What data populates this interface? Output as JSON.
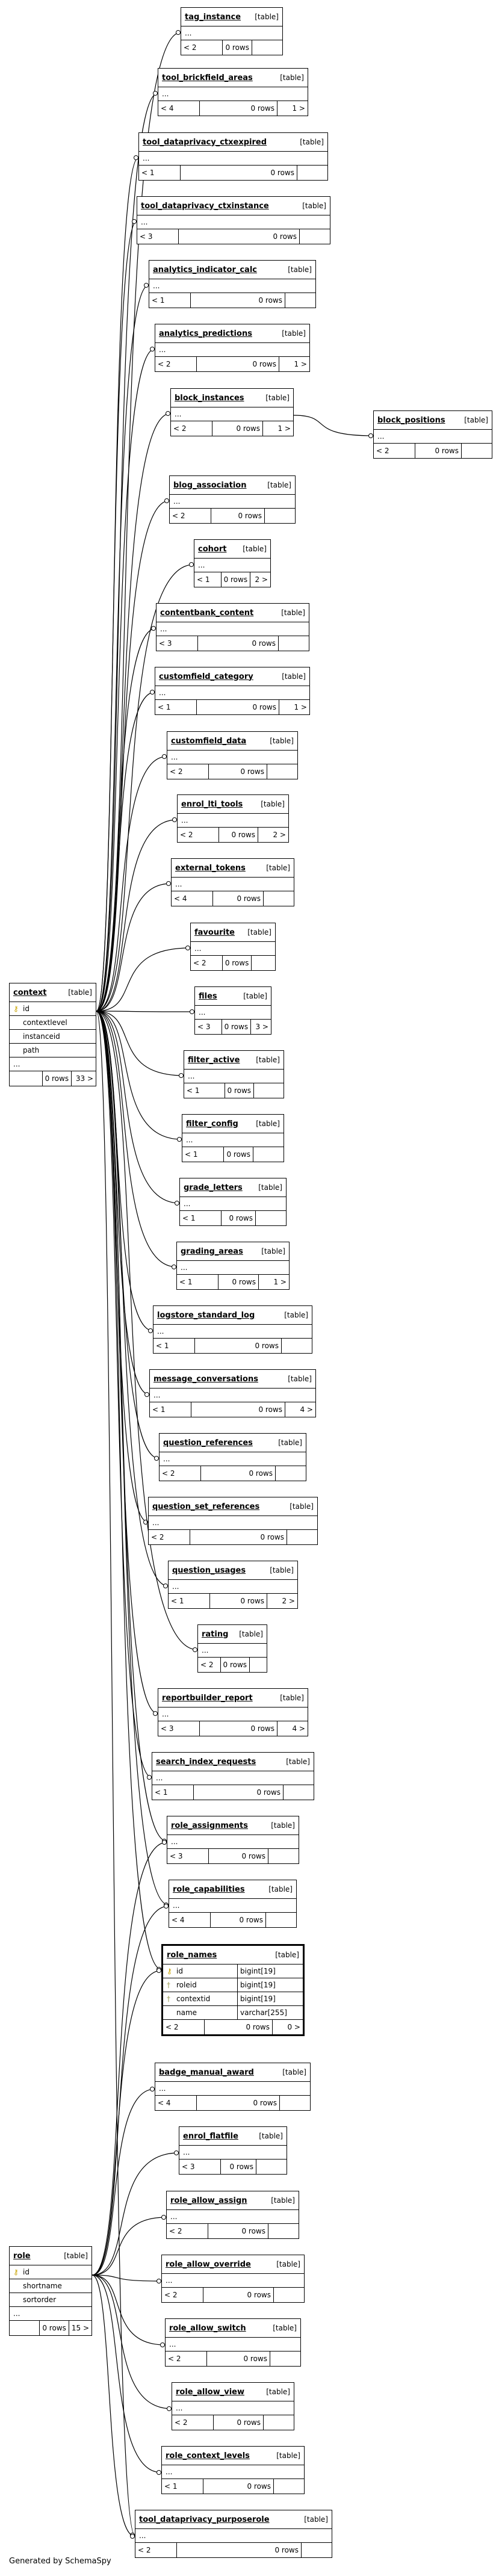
{
  "kind_label": "[table]",
  "ellipsis": "...",
  "tables": {
    "tag_instance": {
      "name": "tag_instance",
      "parents": "< 2",
      "rows": "0 rows",
      "children": ""
    },
    "tool_brickfield_areas": {
      "name": "tool_brickfield_areas",
      "parents": "< 4",
      "rows": "0 rows",
      "children": "1 >"
    },
    "tool_dataprivacy_ctxexpired": {
      "name": "tool_dataprivacy_ctxexpired",
      "parents": "< 1",
      "rows": "0 rows",
      "children": ""
    },
    "tool_dataprivacy_ctxinstance": {
      "name": "tool_dataprivacy_ctxinstance",
      "parents": "< 3",
      "rows": "0 rows",
      "children": ""
    },
    "analytics_indicator_calc": {
      "name": "analytics_indicator_calc",
      "parents": "< 1",
      "rows": "0 rows",
      "children": ""
    },
    "analytics_predictions": {
      "name": "analytics_predictions",
      "parents": "< 2",
      "rows": "0 rows",
      "children": "1 >"
    },
    "block_instances": {
      "name": "block_instances",
      "parents": "< 2",
      "rows": "0 rows",
      "children": "1 >"
    },
    "block_positions": {
      "name": "block_positions",
      "parents": "< 2",
      "rows": "0 rows",
      "children": ""
    },
    "blog_association": {
      "name": "blog_association",
      "parents": "< 2",
      "rows": "0 rows",
      "children": ""
    },
    "cohort": {
      "name": "cohort",
      "parents": "< 1",
      "rows": "0 rows",
      "children": "2 >"
    },
    "contentbank_content": {
      "name": "contentbank_content",
      "parents": "< 3",
      "rows": "0 rows",
      "children": ""
    },
    "customfield_category": {
      "name": "customfield_category",
      "parents": "< 1",
      "rows": "0 rows",
      "children": "1 >"
    },
    "customfield_data": {
      "name": "customfield_data",
      "parents": "< 2",
      "rows": "0 rows",
      "children": ""
    },
    "enrol_lti_tools": {
      "name": "enrol_lti_tools",
      "parents": "< 2",
      "rows": "0 rows",
      "children": "2 >"
    },
    "external_tokens": {
      "name": "external_tokens",
      "parents": "< 4",
      "rows": "0 rows",
      "children": ""
    },
    "favourite": {
      "name": "favourite",
      "parents": "< 2",
      "rows": "0 rows",
      "children": ""
    },
    "files": {
      "name": "files",
      "parents": "< 3",
      "rows": "0 rows",
      "children": "3 >"
    },
    "filter_active": {
      "name": "filter_active",
      "parents": "< 1",
      "rows": "0 rows",
      "children": ""
    },
    "filter_config": {
      "name": "filter_config",
      "parents": "< 1",
      "rows": "0 rows",
      "children": ""
    },
    "grade_letters": {
      "name": "grade_letters",
      "parents": "< 1",
      "rows": "0 rows",
      "children": ""
    },
    "grading_areas": {
      "name": "grading_areas",
      "parents": "< 1",
      "rows": "0 rows",
      "children": "1 >"
    },
    "logstore_standard_log": {
      "name": "logstore_standard_log",
      "parents": "< 1",
      "rows": "0 rows",
      "children": ""
    },
    "message_conversations": {
      "name": "message_conversations",
      "parents": "< 1",
      "rows": "0 rows",
      "children": "4 >"
    },
    "question_references": {
      "name": "question_references",
      "parents": "< 2",
      "rows": "0 rows",
      "children": ""
    },
    "question_set_references": {
      "name": "question_set_references",
      "parents": "< 2",
      "rows": "0 rows",
      "children": ""
    },
    "question_usages": {
      "name": "question_usages",
      "parents": "< 1",
      "rows": "0 rows",
      "children": "2 >"
    },
    "rating": {
      "name": "rating",
      "parents": "< 2",
      "rows": "0 rows",
      "children": ""
    },
    "reportbuilder_report": {
      "name": "reportbuilder_report",
      "parents": "< 3",
      "rows": "0 rows",
      "children": "4 >"
    },
    "search_index_requests": {
      "name": "search_index_requests",
      "parents": "< 1",
      "rows": "0 rows",
      "children": ""
    },
    "role_assignments": {
      "name": "role_assignments",
      "parents": "< 3",
      "rows": "0 rows",
      "children": ""
    },
    "role_capabilities": {
      "name": "role_capabilities",
      "parents": "< 4",
      "rows": "0 rows",
      "children": ""
    },
    "role_names": {
      "name": "role_names",
      "parents": "< 2",
      "rows": "0 rows",
      "children": "0 >",
      "columns": [
        {
          "name": "id",
          "type": "bigint[19]",
          "key": "pk"
        },
        {
          "name": "roleid",
          "type": "bigint[19]",
          "key": "fk"
        },
        {
          "name": "contextid",
          "type": "bigint[19]",
          "key": "fk"
        },
        {
          "name": "name",
          "type": "varchar[255]",
          "key": ""
        }
      ]
    },
    "badge_manual_award": {
      "name": "badge_manual_award",
      "parents": "< 4",
      "rows": "0 rows",
      "children": ""
    },
    "enrol_flatfile": {
      "name": "enrol_flatfile",
      "parents": "< 3",
      "rows": "0 rows",
      "children": ""
    },
    "role_allow_assign": {
      "name": "role_allow_assign",
      "parents": "< 2",
      "rows": "0 rows",
      "children": ""
    },
    "role_allow_override": {
      "name": "role_allow_override",
      "parents": "< 2",
      "rows": "0 rows",
      "children": ""
    },
    "role_allow_switch": {
      "name": "role_allow_switch",
      "parents": "< 2",
      "rows": "0 rows",
      "children": ""
    },
    "role_allow_view": {
      "name": "role_allow_view",
      "parents": "< 2",
      "rows": "0 rows",
      "children": ""
    },
    "role_context_levels": {
      "name": "role_context_levels",
      "parents": "< 1",
      "rows": "0 rows",
      "children": ""
    },
    "tool_dataprivacy_purposerole": {
      "name": "tool_dataprivacy_purposerole",
      "parents": "< 2",
      "rows": "0 rows",
      "children": ""
    },
    "context": {
      "name": "context",
      "parents": "",
      "rows": "0 rows",
      "children": "33 >",
      "columns": [
        {
          "name": "id",
          "key": "pk"
        },
        {
          "name": "contextlevel",
          "key": ""
        },
        {
          "name": "instanceid",
          "key": ""
        },
        {
          "name": "path",
          "key": ""
        }
      ]
    },
    "role": {
      "name": "role",
      "parents": "",
      "rows": "0 rows",
      "children": "15 >",
      "columns": [
        {
          "name": "id",
          "key": "pk"
        },
        {
          "name": "shortname",
          "key": ""
        },
        {
          "name": "sortorder",
          "key": ""
        }
      ]
    }
  },
  "footer": "Generated by SchemaSpy"
}
